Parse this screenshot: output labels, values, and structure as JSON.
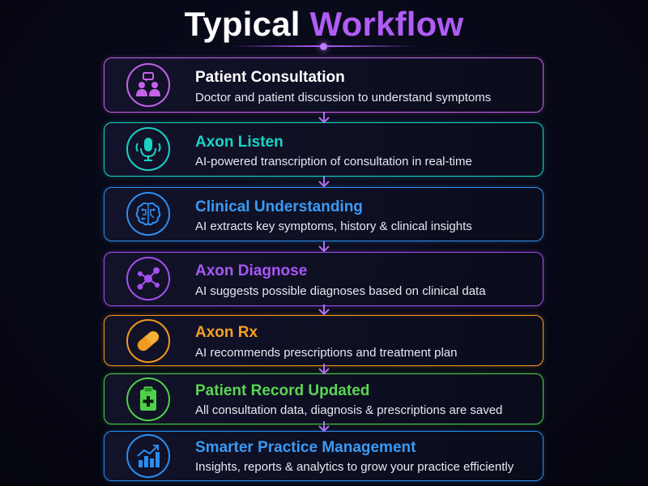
{
  "title": {
    "part1": "Typical",
    "part2": "Workflow"
  },
  "steps": [
    {
      "title": "Patient Consultation",
      "description": "Doctor and patient discussion to understand symptoms",
      "color": "#c463e8",
      "title_color": "#ffffff",
      "icon": "patient-consultation-icon"
    },
    {
      "title": "Axon Listen",
      "description": "AI-powered transcription of consultation in real-time",
      "color": "#19d3c5",
      "title_color": "#19d3c5",
      "icon": "microphone-icon"
    },
    {
      "title": "Clinical Understanding",
      "description": "AI extracts key symptoms, history & clinical insights",
      "color": "#2f8ff0",
      "title_color": "#3a9af5",
      "icon": "brain-icon"
    },
    {
      "title": "Axon Diagnose",
      "description": "AI suggests possible diagnoses based on clinical data",
      "color": "#a44ff0",
      "title_color": "#a957f5",
      "icon": "network-icon"
    },
    {
      "title": "Axon Rx",
      "description": "AI recommends prescriptions and treatment plan",
      "color": "#f09a1f",
      "title_color": "#f5a020",
      "icon": "pill-icon"
    },
    {
      "title": "Patient Record Updated",
      "description": "All consultation data, diagnosis & prescriptions are saved",
      "color": "#4fd04a",
      "title_color": "#5ad654",
      "icon": "clipboard-icon"
    },
    {
      "title": "Smarter Practice Management",
      "description": "Insights, reports & analytics to grow your practice efficiently",
      "color": "#2a8ef0",
      "title_color": "#3a9af5",
      "icon": "growth-chart-icon"
    }
  ]
}
